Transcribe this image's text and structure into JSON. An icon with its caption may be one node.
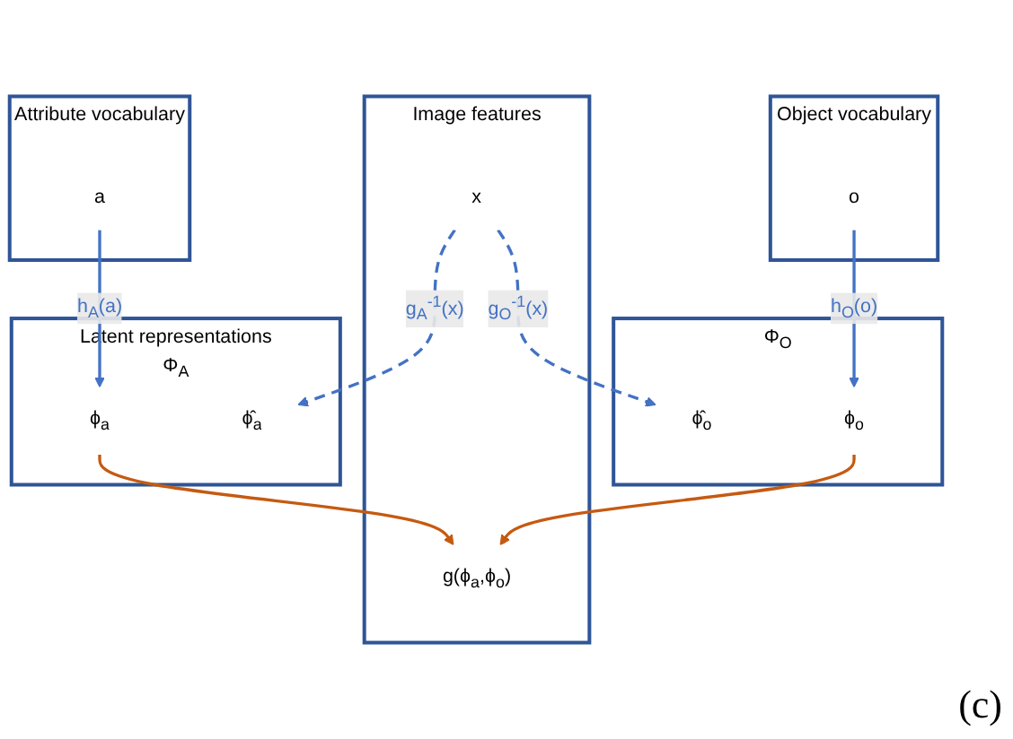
{
  "diagram": {
    "nodes": [
      {
        "text": [
          "Attribute vocabulary"
        ]
      },
      {
        "text": [
          "a"
        ],
        "in": 0
      },
      {
        "text": [
          "Latent representations",
          "Φ$_{A}$"
        ]
      },
      {
        "text": [
          "ϕ$_{a}$"
        ],
        "in": 2
      },
      {
        "text": [
          "ϕ̂$_{a}$"
        ],
        "in": 2
      },
      {
        "text": [
          "Object vocabulary"
        ]
      },
      {
        "text": [
          "o"
        ],
        "in": 5
      },
      {
        "text": [
          "Φ$_{O}$"
        ]
      },
      {
        "text": [
          "ϕ̂$_{o}$"
        ],
        "in": 7
      },
      {
        "text": [
          "ϕ$_{o}$"
        ],
        "in": 7
      },
      {
        "text": [
          "Image features"
        ]
      },
      {
        "text": [
          "x"
        ],
        "in": 10
      },
      {
        "text": [
          "g(ϕ$_{a}$,ϕ$_{o}$)"
        ],
        "in": 10
      }
    ],
    "edges": [
      {
        "from": 1,
        "to": 3,
        "arrow": "to",
        "label": "h$_{A}$(a)"
      },
      {
        "from": 11,
        "to": 4,
        "arrow": "to",
        "label": "g$_{A}$$^{-1}$(x)",
        "style": "dashed"
      },
      {
        "from": 3,
        "to": 12,
        "arrow": "to",
        "color": "#c55a11"
      },
      {
        "from": 6,
        "to": 9,
        "arrow": "to",
        "label": "h$_{O}$(o)"
      },
      {
        "from": 11,
        "to": 8,
        "arrow": "to",
        "label": "g$_{O}$$^{-1}$(x)",
        "style": "dashed"
      },
      {
        "from": 9,
        "to": 12,
        "arrow": "to",
        "color": "#c55a11"
      }
    ],
    "labels": [
      "(c)"
    ]
  }
}
